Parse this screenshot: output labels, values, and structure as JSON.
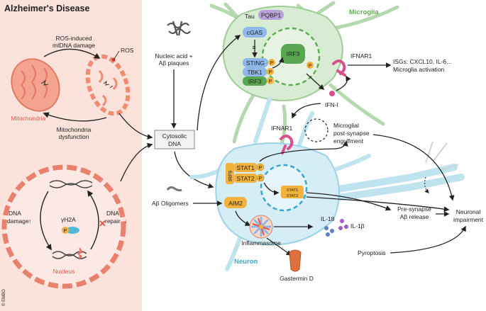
{
  "title": "Alzheimer's Disease",
  "colors": {
    "left_panel": "#fbe3dc",
    "microglia": "#d7ecd3",
    "microglia_border": "#9fcc97",
    "neuron": "#d5edf5",
    "neuron_border": "#9ed3e6",
    "mito": "#f08c73",
    "nucleus_dash": "#e8826e",
    "label_red": "#e2554a",
    "label_green": "#5fae55",
    "label_blue": "#35a7cc",
    "protein_orange": "#f3b23b",
    "protein_blue": "#8fb8e8",
    "protein_green": "#5aa552",
    "protein_purple": "#b9a2d9",
    "receptor_pink": "#d8518b",
    "arrow": "#222222"
  },
  "labels": {
    "ros_mtdna": "ROS-induced",
    "ros_mtdna2": "mtDNA damage",
    "ros": "ROS",
    "mitochondria": "Mitochondria",
    "mito_dysfunction": "Mitochondria",
    "mito_dysfunction2": "dysfunction",
    "dna_damage": "DNA",
    "dna_damage2": "damage",
    "dna_repair": "DNA",
    "dna_repair2": "repair",
    "gamma_h2a": "γH2A",
    "p": "P",
    "nucleus": "Nucleus",
    "embo": "© EMBO",
    "nucleic": "Nucleic acid +",
    "nucleic2": "Aβ plaques",
    "cytosolic": "Cytosolic",
    "cytosolic2": "DNA",
    "abeta_olig": "Aβ Oligomers",
    "tau": "Tau",
    "pqbp1": "PQBP1",
    "cgas": "cGAS",
    "sting": "STING",
    "tbk1": "TBK1",
    "irf3": "IRF3",
    "microglia": "Microglia",
    "ifnar1_top": "IFNAR1",
    "isgs": "ISGs: CXCL10, IL-6...",
    "isgs2": "Microglia activation",
    "ifn_i": "IFN-I",
    "ifnar1_mid": "IFNAR1",
    "engulf": "Microglial",
    "engulf2": "post-synapse",
    "engulf3": "engulfment",
    "irf9": "IRF9",
    "stat1": "STAT1",
    "stat2": "STAT2",
    "aim2": "AIM2",
    "inflammasome": "Inflammasome",
    "il18": "IL-18",
    "il1b": "IL-1β",
    "gasdermin": "Gastermin D",
    "presynapse": "Pre-synapse",
    "presynapse2": "Aβ release",
    "neuronal": "Neuronal",
    "neuronal2": "impairment",
    "pyroptosis": "Pyroptosis",
    "neuron": "Neuron"
  }
}
